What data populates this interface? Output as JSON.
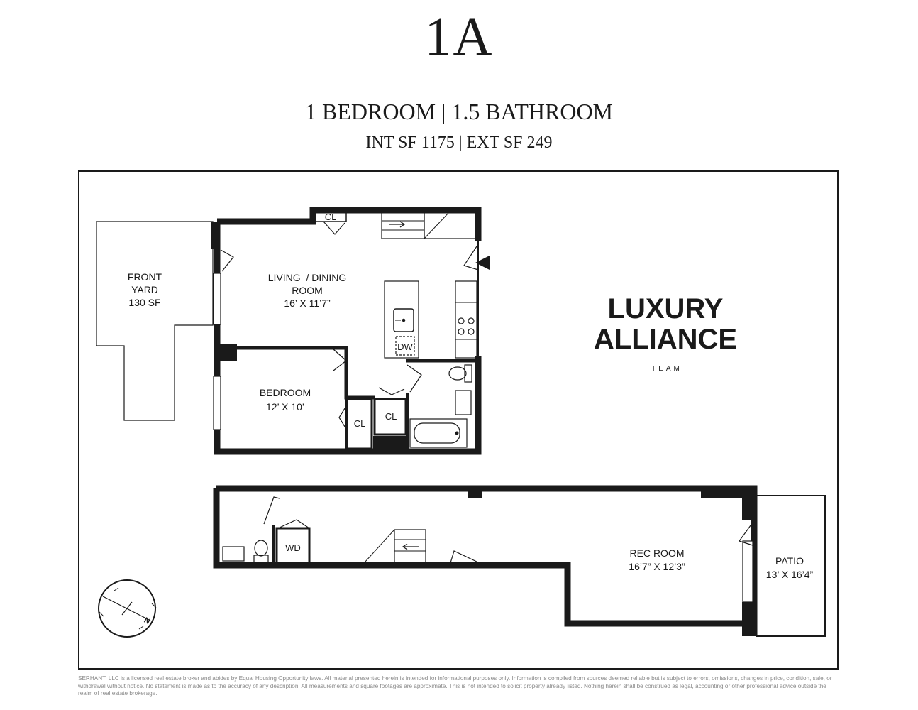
{
  "header": {
    "unit": "1A",
    "layout": "1 BEDROOM | 1.5 BATHROOM",
    "areas": "INT SF 1175 | EXT SF 249"
  },
  "rooms": {
    "front_yard": [
      "FRONT",
      "YARD",
      "130 SF"
    ],
    "living": [
      "LIVING  / DINING",
      "ROOM",
      "16’ X 11’7”"
    ],
    "bedroom": [
      "BEDROOM",
      "12’ X 10’"
    ],
    "rec_room": [
      "REC ROOM",
      "16’7” X 12’3”"
    ],
    "patio": [
      "PATIO",
      "13’ X 16’4”"
    ],
    "closet": "CL",
    "dishwasher": "DW",
    "washer_dryer": "WD"
  },
  "logo": {
    "line1": "LUXURY",
    "line2": "ALLIANCE",
    "line3": "TEAM"
  },
  "compass": {
    "north": "N"
  },
  "footer": {
    "disclaimer": "SERHANT. LLC is a licensed real estate broker and abides by Equal Housing Opportunity laws. All material presented herein is intended for informational purposes only. Information is compiled from sources deemed reliable but is subject to errors, omissions, changes in price, condition, sale, or withdrawal without notice. No statement is made as to the accuracy of any description. All measurements and square footages are approximate. This is not intended to solicit property already listed. Nothing herein shall be construed as legal, accounting or other professional advice outside the realm of real estate brokerage."
  }
}
